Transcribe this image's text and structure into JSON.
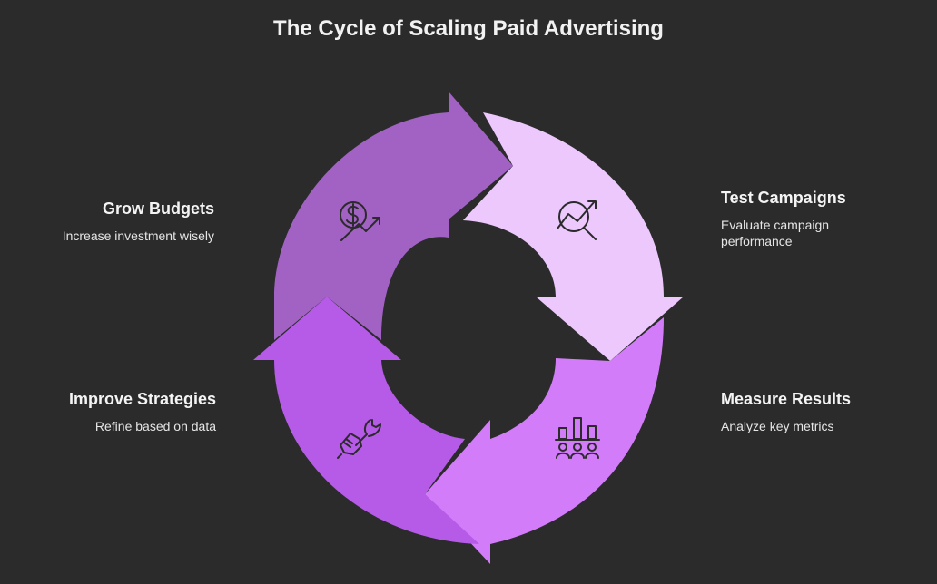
{
  "title": "The Cycle of Scaling Paid Advertising",
  "colors": {
    "background": "#2b2b2b",
    "grow": "#a162c4",
    "test": "#ecc8fd",
    "measure": "#d27cf9",
    "improve": "#b65ae8"
  },
  "steps": [
    {
      "key": "grow",
      "heading": "Grow Budgets",
      "description": "Increase investment wisely",
      "icon": "dollar-growth-icon"
    },
    {
      "key": "test",
      "heading": "Test Campaigns",
      "description": "Evaluate campaign performance",
      "icon": "analysis-search-icon"
    },
    {
      "key": "measure",
      "heading": "Measure Results",
      "description": "Analyze key metrics",
      "icon": "team-chart-icon"
    },
    {
      "key": "improve",
      "heading": "Improve Strategies",
      "description": "Refine based on data",
      "icon": "hand-wrench-icon"
    }
  ]
}
